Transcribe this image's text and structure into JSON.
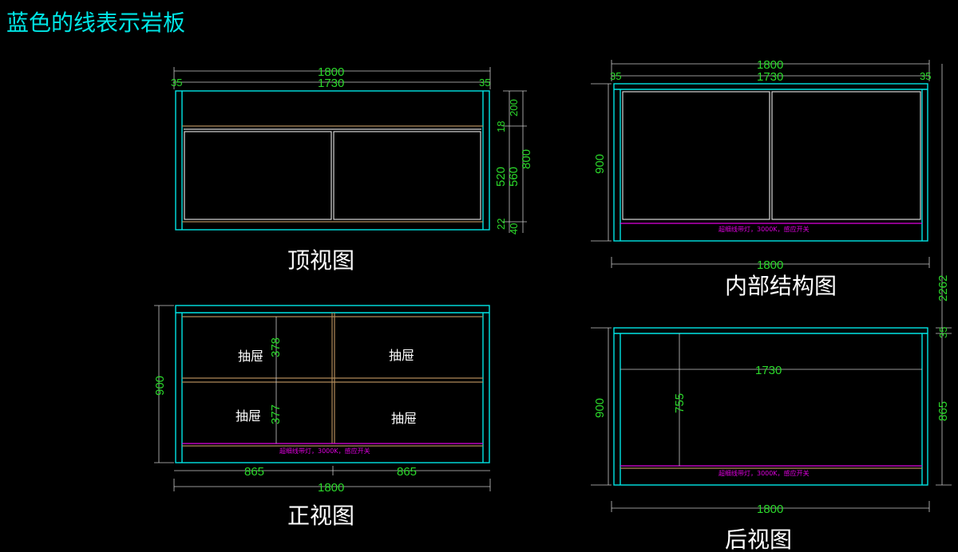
{
  "header_note": "蓝色的线表示岩板",
  "views": {
    "top": {
      "label": "顶视图",
      "dims": {
        "overall": "1800",
        "inner": "1730",
        "side_l": "35",
        "side_r": "35",
        "v_200": "200",
        "v_18": "18",
        "v_520": "520",
        "v_560": "560",
        "v_800": "800",
        "v_22": "22",
        "v_40": "40"
      }
    },
    "interior": {
      "label": "内部结构图",
      "led_note": "超细线带灯，3000K，感应开关",
      "dims": {
        "overall": "1800",
        "inner": "1730",
        "side_l": "35",
        "side_r": "35",
        "height": "900",
        "bottom": "1800"
      }
    },
    "front": {
      "label": "正视图",
      "drawer_label": "抽屉",
      "led_note": "超细线带灯，3000K，感应开关",
      "dims": {
        "height": "900",
        "d378": "378",
        "d377": "377",
        "left": "865",
        "right": "865",
        "overall": "1800"
      }
    },
    "back": {
      "label": "后视图",
      "led_note": "超细线带灯，3000K，感应开关",
      "dims": {
        "height": "900",
        "inner": "1730",
        "d755": "755",
        "overall": "1800"
      }
    }
  },
  "side_dims": {
    "total": "2262",
    "top": "35",
    "bottom": "865"
  }
}
